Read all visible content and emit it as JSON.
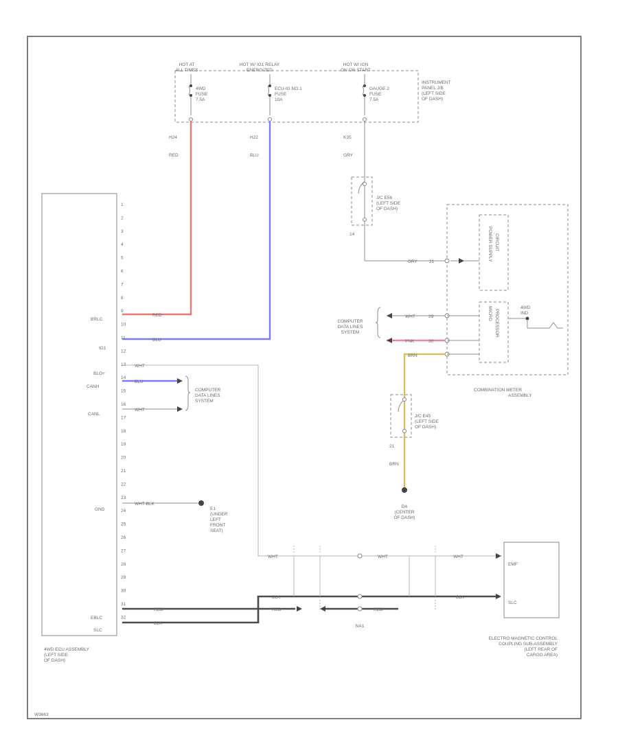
{
  "sources": [
    {
      "label1": "HOT AT",
      "label2": "ALL TIMES"
    },
    {
      "label1": "HOT W/ IG1 RELAY",
      "label2": "ENERGIZED"
    },
    {
      "label1": "HOT W/ IGN",
      "label2": "ON OR START"
    }
  ],
  "fuses": [
    {
      "l1": "4WD",
      "l2": "FUSE",
      "l3": "7.5A"
    },
    {
      "l1": "ECU-IG NO.1",
      "l2": "FUSE",
      "l3": "10A"
    },
    {
      "l1": "GAUGE 2",
      "l2": "FUSE",
      "l3": "7.5A"
    }
  ],
  "ipjb": {
    "l1": "INSTRUMENT",
    "l2": "PANEL J/B",
    "l3": "(LEFT SIDE",
    "l4": "OF DASH)"
  },
  "wires": {
    "red_code": "H24",
    "red_color": "RED",
    "blu_code": "H22",
    "blu_color": "BLU",
    "gry_code": "K35",
    "gry_color": "GRY"
  },
  "jc1": {
    "l1": "J/C E56",
    "l2": "(LEFT SIDE",
    "l3": "OF DASH)",
    "pin": "14"
  },
  "jc2": {
    "l1": "J/C E45",
    "l2": "(LEFT SIDE",
    "l3": "OF DASH)",
    "pin": "21",
    "color": "BRN"
  },
  "ground": {
    "l1": "D4",
    "l2": "(CENTER",
    "l3": "OF DASH)"
  },
  "ground2": {
    "l1": "E1",
    "l2": "(UNDER",
    "l3": "LEFT",
    "l4": "FRONT",
    "l5": "SEAT)"
  },
  "ecu": {
    "pins": [
      "1",
      "2",
      "3",
      "4",
      "5",
      "6",
      "7",
      "8",
      "9",
      "10",
      "11",
      "12",
      "13",
      "14",
      "15",
      "16",
      "17",
      "18",
      "19",
      "20",
      "21",
      "22",
      "23",
      "24",
      "25",
      "26",
      "27",
      "28",
      "29",
      "30",
      "31",
      "32"
    ],
    "labels": [
      "BRLC",
      "IG1",
      "BLO+",
      "CANH",
      "CANL",
      "GND",
      "EBLC",
      "SLC"
    ],
    "w9": "RED",
    "w11": "BLU",
    "w13": "WHT",
    "w14": "BLU",
    "w15": "WHT",
    "w23": "WHT-BLK",
    "w31": "RED",
    "w32": "BLK",
    "name1": "4WD ECU ASSEMBLY",
    "name2": "(LEFT SIDE",
    "name3": "OF DASH)"
  },
  "cdls1": {
    "l1": "COMPUTER",
    "l2": "DATA LINES",
    "l3": "SYSTEM"
  },
  "cdls2": {
    "l1": "COMPUTER",
    "l2": "DATA LINES",
    "l3": "SYSTEM"
  },
  "meter": {
    "psc1": "POWER SUPPLY",
    "psc2": "CIRCUIT",
    "mp1": "MICRO",
    "mp2": "PROCESSOR",
    "ind1": "4WD",
    "ind2": "IND",
    "w1": "GRY",
    "p1": "21",
    "w2": "WHT",
    "p2": "29",
    "w3": "PNK",
    "p3": "30",
    "w4": "BRN",
    "name1": "COMBINATION METER",
    "name2": "ASSEMBLY"
  },
  "bottom": {
    "w_wht1": "WHT",
    "w_wht2": "WHT",
    "w_wht3": "WHT",
    "w_blk1": "BLK",
    "w_red1": "RED",
    "w_red2": "RED",
    "w_blk2": "BLK",
    "conn": "NA1"
  },
  "coupling": {
    "t1": "EMF",
    "t2": "SLC",
    "l1": "ELECTRO MAGNETIC CONTROL",
    "l2": "COUPLING SUB-ASSEMBLY",
    "l3": "(LEFT REAR OF",
    "l4": "CARGO AREA)"
  },
  "figure_id": "W3663"
}
